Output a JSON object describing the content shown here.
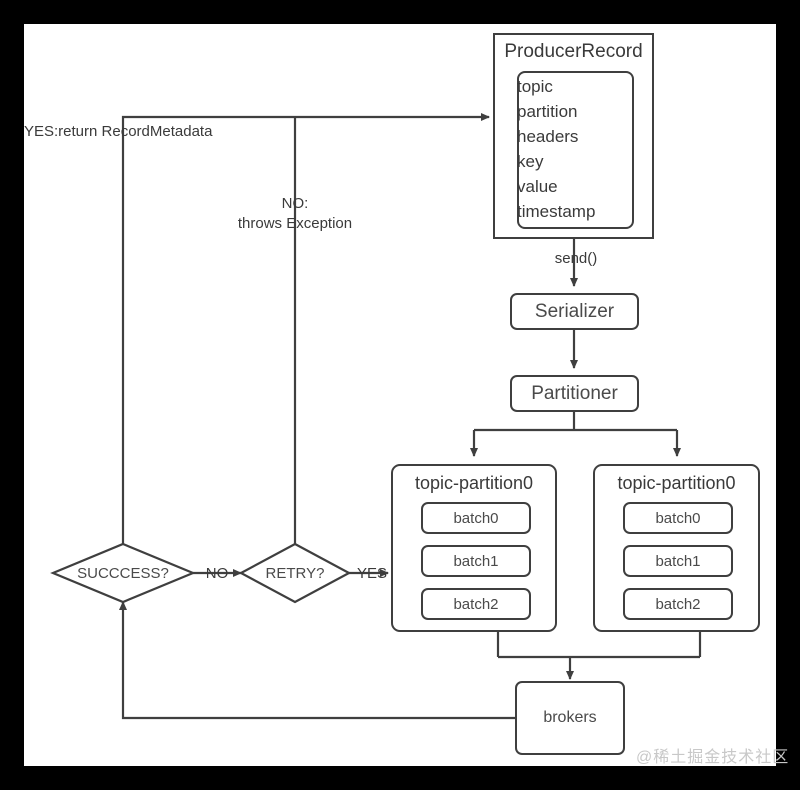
{
  "diagram": {
    "title": "Kafka Producer Flow",
    "colors": {
      "stroke": "#3f3f3f",
      "text": "#4a4a4a",
      "background": "#ffffff",
      "frame": "#000000",
      "watermark": "#c8c8c8"
    },
    "producer_record": {
      "title": "ProducerRecord",
      "fields": [
        "topic",
        "partition",
        "headers",
        "key",
        "value",
        "timestamp"
      ]
    },
    "serializer": {
      "label": "Serializer"
    },
    "partitioner": {
      "label": "Partitioner"
    },
    "partitions": [
      {
        "title": "topic-partition0",
        "batches": [
          "batch0",
          "batch1",
          "batch2"
        ]
      },
      {
        "title": "topic-partition0",
        "batches": [
          "batch0",
          "batch1",
          "batch2"
        ]
      }
    ],
    "brokers": {
      "label": "brokers"
    },
    "decisions": [
      {
        "label": "SUCCCESS?"
      },
      {
        "label": "RETRY?"
      }
    ],
    "edge_labels": {
      "send": "send()",
      "yes_return": "YES:return RecordMetadata",
      "no_throws": "NO:\nthrows Exception",
      "no": "NO",
      "yes": "YES"
    },
    "watermark": "@稀土掘金技术社区"
  }
}
